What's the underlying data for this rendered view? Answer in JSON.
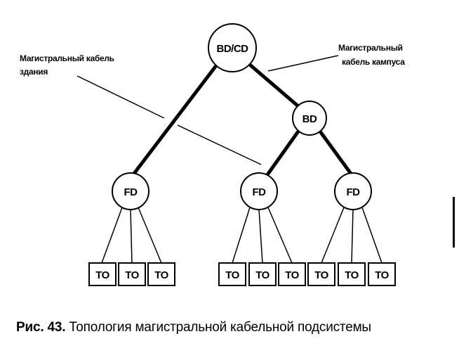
{
  "nodes": {
    "bdcd": "BD/CD",
    "bd": "BD",
    "fd_left": "FD",
    "fd_middle": "FD",
    "fd_right": "FD"
  },
  "outlet_label": "TO",
  "annotations": {
    "building_cable": [
      "Магистральный кабель",
      "здания"
    ],
    "campus_cable": [
      "Магистральный",
      "кабель кампуса"
    ]
  },
  "caption": {
    "number": "Рис. 43.",
    "text": "Топология магистральной кабельной подсистемы"
  },
  "colors": {
    "ink": "#000000",
    "paper": "#ffffff"
  }
}
